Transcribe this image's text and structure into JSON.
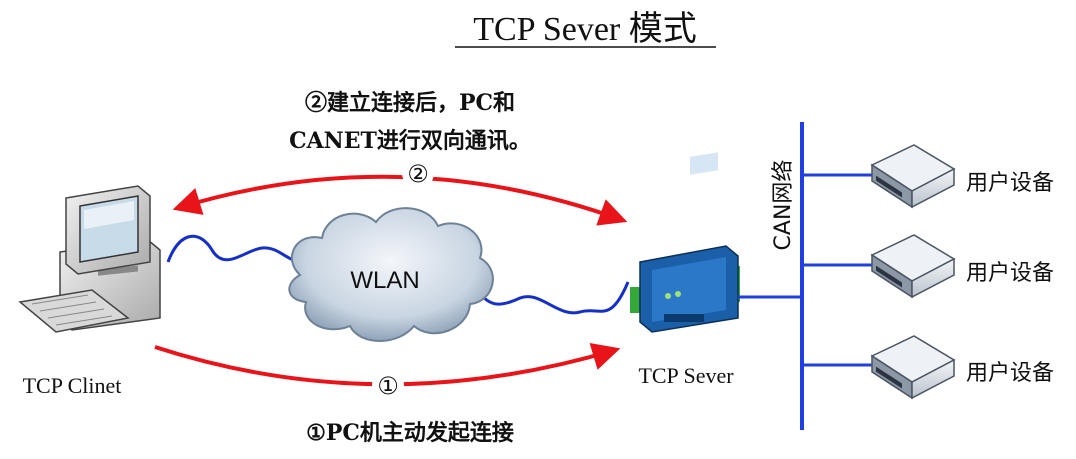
{
  "title": "TCP Sever 模式",
  "note_bidirectional": {
    "line1": "②建立连接后，PC和",
    "line2": "CANET进行双向通讯。"
  },
  "note_connect": "①PC机主动发起连接",
  "step_markers": {
    "step1": "①",
    "step2": "②"
  },
  "cloud_label": "WLAN",
  "client_label": "TCP Clinet",
  "server_label": "TCP Sever",
  "bus_label": "CAN网络",
  "devices": [
    {
      "label": "用户设备"
    },
    {
      "label": "用户设备"
    },
    {
      "label": "用户设备"
    }
  ],
  "colors": {
    "arrow": "#e8141a",
    "link": "#1530c8",
    "bus": "#1f3fe0",
    "cloud": "#a9bccf"
  }
}
